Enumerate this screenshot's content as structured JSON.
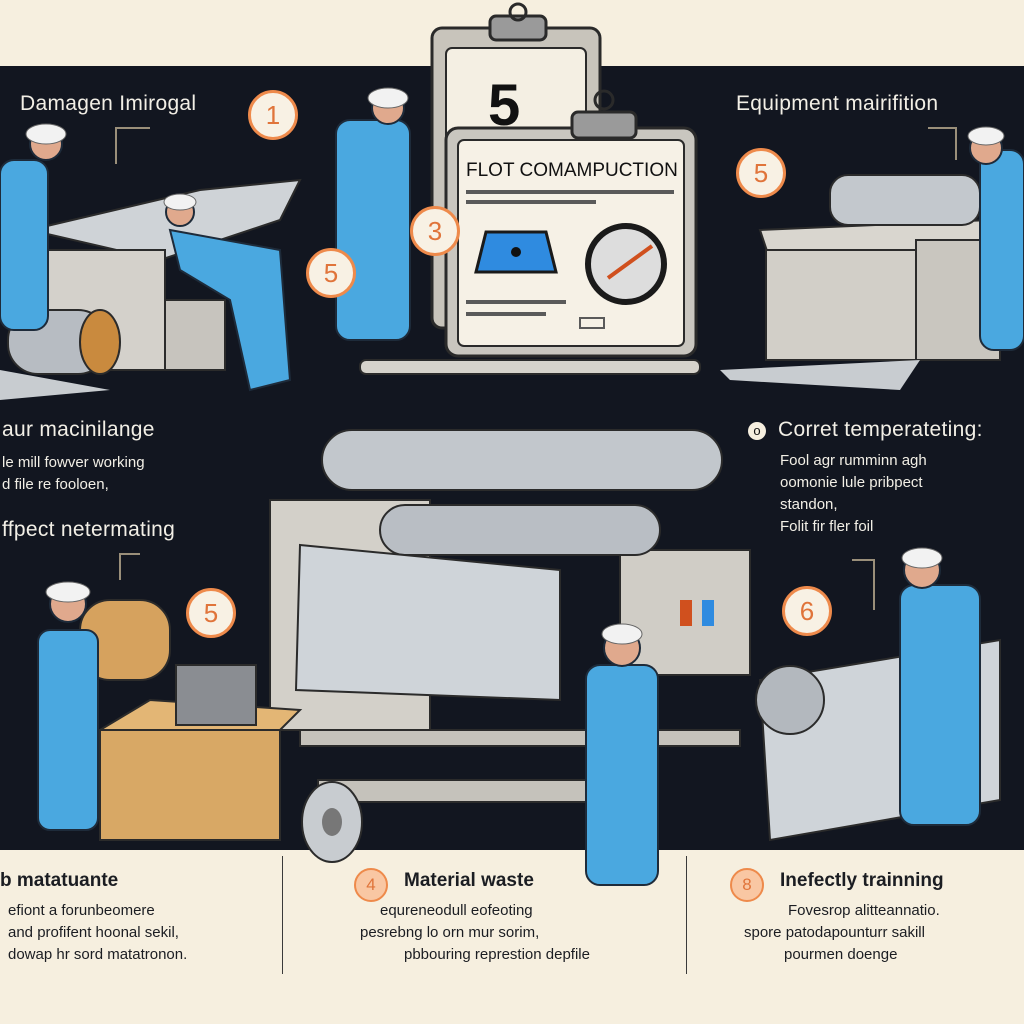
{
  "clipboard": {
    "number": "5",
    "title": "FLOT COMAMPUCTION"
  },
  "sections": {
    "damage": {
      "title": "Damagen Imirogal",
      "badge": "1"
    },
    "equipment": {
      "title": "Equipment mairifition",
      "badge": "5"
    },
    "machining": {
      "title": "aur macinilange",
      "lines": [
        "le  mill  fowver  working",
        "d  file  re  fooloen,"
      ]
    },
    "effect": {
      "title": "ffpect netermating",
      "badge": "5"
    },
    "correct": {
      "title": "Corret temperateting:",
      "badge": "o",
      "lines": [
        "Fool agr rumminn agh",
        "oomonie lule pribpect",
        "standon,",
        "Folit fir fler foil"
      ]
    },
    "badge_left": "5",
    "badge_center": "3",
    "badge_right": "6"
  },
  "bottom": {
    "col1": {
      "title": "b matatuante",
      "lines": [
        "efiont a forunbeomere",
        "and profifent hoonal sekil,",
        "dowap hr sord matatronon."
      ]
    },
    "col2": {
      "badge": "4",
      "title": "Material waste",
      "lines": [
        "equreneodull eofeoting",
        "pesrebng lo orn mur sorim,",
        "pbbouring represtion depfile"
      ]
    },
    "col3": {
      "badge": "8",
      "title": "Inefectly trainning",
      "lines": [
        "Fovesrop alitteannatio.",
        "spore patodapounturr sakill",
        "pourmen doenge"
      ]
    }
  },
  "colors": {
    "bg": "#121620",
    "cream": "#f6efdf",
    "accent": "#ee8a4b",
    "worker": "#4aa8e0"
  }
}
